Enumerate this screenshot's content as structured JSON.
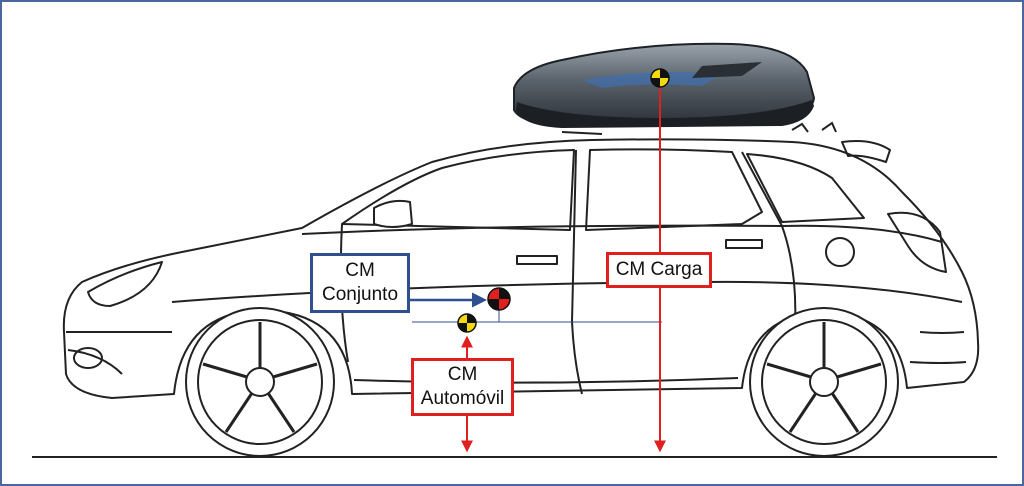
{
  "labels": {
    "conjunto": {
      "line1": "CM",
      "line2": "Conjunto"
    },
    "carga": {
      "text": "CM Carga"
    },
    "automovil": {
      "line1": "CM",
      "line2": "Automóvil"
    }
  },
  "colors": {
    "frame_border": "#4a67a0",
    "conjunto_border": "#2f4f8f",
    "carga_border": "#e01f1f",
    "automovil_border": "#e01f1f",
    "arrow_red": "#e01f1f",
    "arrow_blue": "#2f4f8f",
    "marker_yellow": "#f5d90a",
    "marker_red": "#e01f1f",
    "marker_black": "#111111",
    "roof_box": "#5b636c",
    "car_outline": "#222222"
  },
  "icons": {
    "cm_automovil_marker": "center-of-mass-marker",
    "cm_conjunto_marker": "center-of-mass-marker",
    "cm_carga_marker": "center-of-mass-marker",
    "car": "hatchback-car-side-view",
    "roof_box": "roof-cargo-box"
  }
}
